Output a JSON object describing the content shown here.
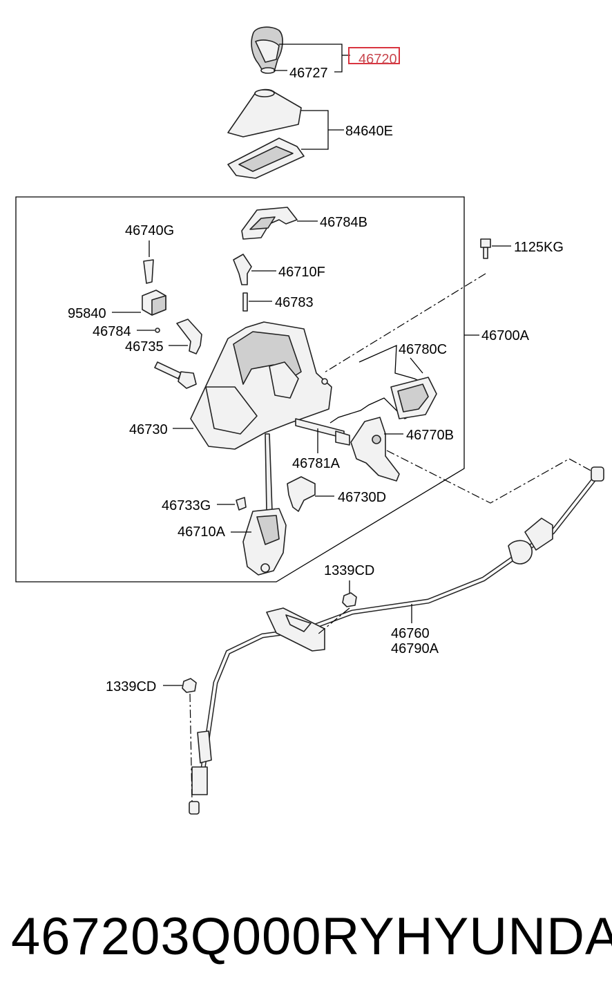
{
  "labels": {
    "l46720": "46720",
    "l46727": "46727",
    "l84640E": "84640E",
    "l46784B": "46784B",
    "l46740G": "46740G",
    "l1125KG": "1125KG",
    "l46710F": "46710F",
    "l46783": "46783",
    "l95840": "95840",
    "l46784": "46784",
    "l46700A": "46700A",
    "l46735": "46735",
    "l46780C": "46780C",
    "l46730": "46730",
    "l46770B": "46770B",
    "l46781A": "46781A",
    "l46730D": "46730D",
    "l46733G": "46733G",
    "l46710A": "46710A",
    "l1339CD_top": "1339CD",
    "l46760": "46760",
    "l46790A": "46790A",
    "l1339CD_left": "1339CD"
  },
  "highlight_color": "#d9343f",
  "footer": {
    "part_number": "467203Q000RY",
    "brand": "HYUNDAI"
  }
}
